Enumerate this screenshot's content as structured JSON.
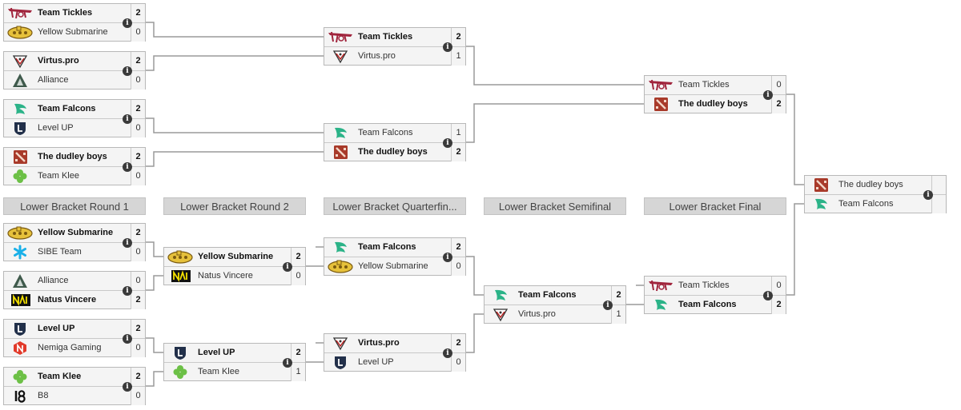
{
  "colors": {
    "line": "#9a9a9a",
    "tickles": "#a0243c",
    "ys_fill": "#e6c13b",
    "ys_stroke": "#7a5a10",
    "virtus_red": "#b82020",
    "alliance": "#3f5a4c",
    "falcons": "#2bb388",
    "levelup": "#22304a",
    "dota": "#a83a2a",
    "klee": "#6cc046",
    "sibe": "#1ab0e8",
    "navi_bg": "#111111",
    "navi_fg": "#f3e000",
    "nemiga": "#e23a2a",
    "b8": "#111111"
  },
  "round_headers": [
    "Lower Bracket Round 1",
    "Lower Bracket Round 2",
    "Lower Bracket Quarterfin...",
    "Lower Bracket Semifinal",
    "Lower Bracket Final"
  ],
  "matches": [
    {
      "id": "ub_r1_1",
      "teams": [
        {
          "name": "Team Tickles",
          "logo": "tickles",
          "score": "2",
          "win": true
        },
        {
          "name": "Yellow Submarine",
          "logo": "ys",
          "score": "0",
          "win": false
        }
      ]
    },
    {
      "id": "ub_r1_2",
      "teams": [
        {
          "name": "Virtus.pro",
          "logo": "virtus",
          "score": "2",
          "win": true
        },
        {
          "name": "Alliance",
          "logo": "alliance",
          "score": "0",
          "win": false
        }
      ]
    },
    {
      "id": "ub_r1_3",
      "teams": [
        {
          "name": "Team Falcons",
          "logo": "falcons",
          "score": "2",
          "win": true
        },
        {
          "name": "Level UP",
          "logo": "levelup",
          "score": "0",
          "win": false
        }
      ]
    },
    {
      "id": "ub_r1_4",
      "teams": [
        {
          "name": "The dudley boys",
          "logo": "dota",
          "score": "2",
          "win": true
        },
        {
          "name": "Team Klee",
          "logo": "klee",
          "score": "0",
          "win": false
        }
      ]
    },
    {
      "id": "ub_qf_1",
      "teams": [
        {
          "name": "Team Tickles",
          "logo": "tickles",
          "score": "2",
          "win": true
        },
        {
          "name": "Virtus.pro",
          "logo": "virtus",
          "score": "1",
          "win": false
        }
      ]
    },
    {
      "id": "ub_qf_2",
      "teams": [
        {
          "name": "Team Falcons",
          "logo": "falcons",
          "score": "1",
          "win": false
        },
        {
          "name": "The dudley boys",
          "logo": "dota",
          "score": "2",
          "win": true
        }
      ]
    },
    {
      "id": "ub_sf",
      "teams": [
        {
          "name": "Team Tickles",
          "logo": "tickles",
          "score": "0",
          "win": false
        },
        {
          "name": "The dudley boys",
          "logo": "dota",
          "score": "2",
          "win": true
        }
      ]
    },
    {
      "id": "grand_final",
      "teams": [
        {
          "name": "The dudley boys",
          "logo": "dota",
          "score": "",
          "win": false
        },
        {
          "name": "Team Falcons",
          "logo": "falcons",
          "score": "",
          "win": false
        }
      ]
    },
    {
      "id": "lb_r1_1",
      "teams": [
        {
          "name": "Yellow Submarine",
          "logo": "ys",
          "score": "2",
          "win": true
        },
        {
          "name": "SIBE Team",
          "logo": "sibe",
          "score": "0",
          "win": false
        }
      ]
    },
    {
      "id": "lb_r1_2",
      "teams": [
        {
          "name": "Alliance",
          "logo": "alliance",
          "score": "0",
          "win": false
        },
        {
          "name": "Natus Vincere",
          "logo": "navi",
          "score": "2",
          "win": true
        }
      ]
    },
    {
      "id": "lb_r1_3",
      "teams": [
        {
          "name": "Level UP",
          "logo": "levelup",
          "score": "2",
          "win": true
        },
        {
          "name": "Nemiga Gaming",
          "logo": "nemiga",
          "score": "0",
          "win": false
        }
      ]
    },
    {
      "id": "lb_r1_4",
      "teams": [
        {
          "name": "Team Klee",
          "logo": "klee",
          "score": "2",
          "win": true
        },
        {
          "name": "B8",
          "logo": "b8",
          "score": "0",
          "win": false
        }
      ]
    },
    {
      "id": "lb_r2_1",
      "teams": [
        {
          "name": "Yellow Submarine",
          "logo": "ys",
          "score": "2",
          "win": true
        },
        {
          "name": "Natus Vincere",
          "logo": "navi",
          "score": "0",
          "win": false
        }
      ]
    },
    {
      "id": "lb_r2_2",
      "teams": [
        {
          "name": "Level UP",
          "logo": "levelup",
          "score": "2",
          "win": true
        },
        {
          "name": "Team Klee",
          "logo": "klee",
          "score": "1",
          "win": false
        }
      ]
    },
    {
      "id": "lb_qf_1",
      "teams": [
        {
          "name": "Team Falcons",
          "logo": "falcons",
          "score": "2",
          "win": true
        },
        {
          "name": "Yellow Submarine",
          "logo": "ys",
          "score": "0",
          "win": false
        }
      ]
    },
    {
      "id": "lb_qf_2",
      "teams": [
        {
          "name": "Virtus.pro",
          "logo": "virtus",
          "score": "2",
          "win": true
        },
        {
          "name": "Level UP",
          "logo": "levelup",
          "score": "0",
          "win": false
        }
      ]
    },
    {
      "id": "lb_sf",
      "teams": [
        {
          "name": "Team Falcons",
          "logo": "falcons",
          "score": "2",
          "win": true
        },
        {
          "name": "Virtus.pro",
          "logo": "virtus",
          "score": "1",
          "win": false
        }
      ]
    },
    {
      "id": "lb_final",
      "teams": [
        {
          "name": "Team Tickles",
          "logo": "tickles",
          "score": "0",
          "win": false
        },
        {
          "name": "Team Falcons",
          "logo": "falcons",
          "score": "2",
          "win": true
        }
      ]
    }
  ]
}
